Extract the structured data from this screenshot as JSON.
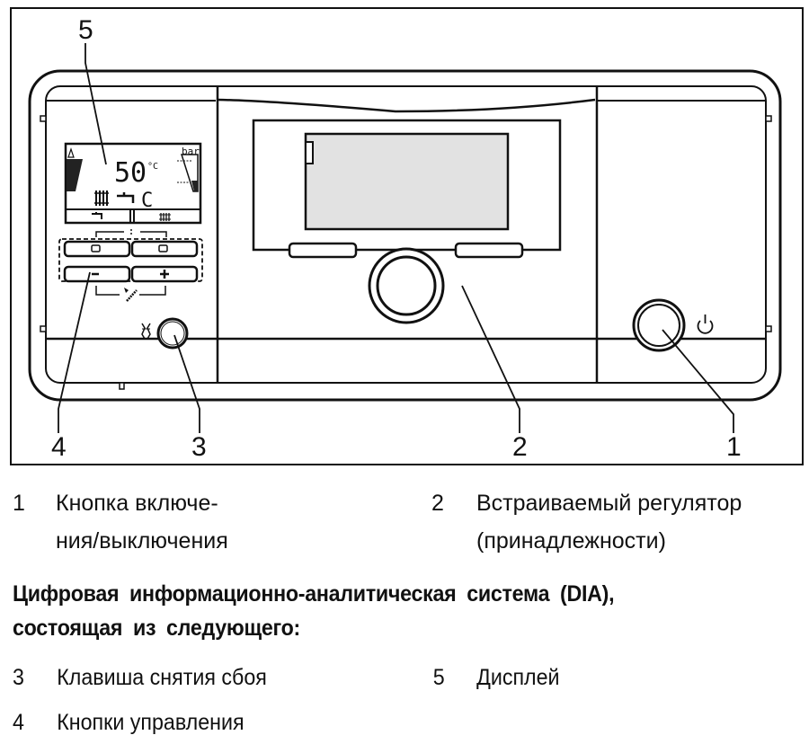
{
  "figure": {
    "callouts": [
      "1",
      "2",
      "3",
      "4",
      "5"
    ],
    "display": {
      "temperature": "50",
      "unit": "°C",
      "mode_letter": "C",
      "pressure_unit": "bar",
      "softkey_left_icon": "tap-icon",
      "softkey_right_icon": "radiator-icon"
    },
    "buttons": {
      "minus_label": "−",
      "plus_label": "+"
    },
    "power_symbol": "⏻"
  },
  "legend": {
    "items": [
      {
        "num": "1",
        "text_line1": "Кнопка включе-",
        "text_line2": "ния/выключения"
      },
      {
        "num": "2",
        "text_line1": "Встраиваемый регулятор",
        "text_line2": "(принадлежности)"
      }
    ],
    "heading_line1": "Цифровая информационно-аналитическая система (DIA),",
    "heading_line2": "состоящая из следующего:",
    "dia_items": [
      {
        "num": "3",
        "text": "Клавиша снятия сбоя"
      },
      {
        "num": "4",
        "text": "Кнопки управления"
      },
      {
        "num": "5",
        "text": "Дисплей"
      }
    ]
  }
}
